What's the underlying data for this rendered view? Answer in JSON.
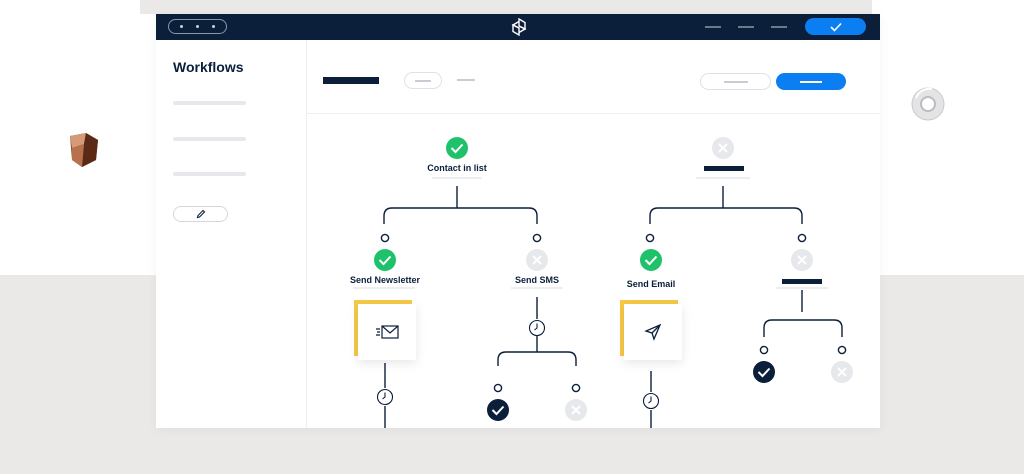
{
  "sidebar": {
    "title": "Workflows"
  },
  "workflow": {
    "nodes": {
      "contact_in_list": "Contact in list",
      "send_newsletter": "Send Newsletter",
      "send_sms": "Send SMS",
      "send_email": "Send Email"
    }
  },
  "icons": {
    "logo": "logo-icon",
    "confirm": "check-icon",
    "edit": "pencil-icon",
    "newsletter": "envelope-icon",
    "email": "paper-plane-icon",
    "delay": "clock-icon",
    "success": "check-circle-icon",
    "failure": "x-circle-icon"
  },
  "colors": {
    "navy": "#0b1f3a",
    "accent_blue": "#0b7ff1",
    "success_green": "#1fc26b",
    "inactive_gray": "#e6e8eb",
    "highlight_yellow": "#f7c948"
  }
}
